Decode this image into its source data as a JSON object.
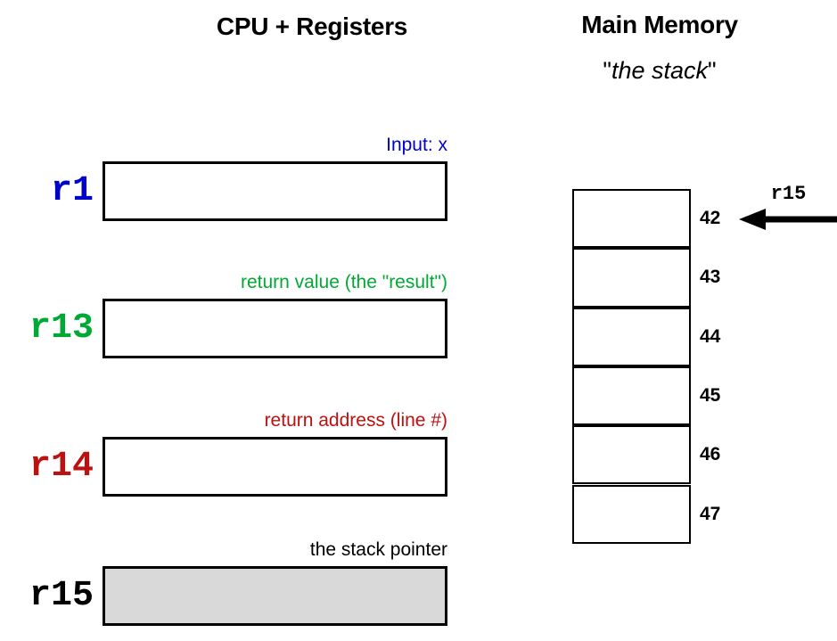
{
  "headings": {
    "cpu": "CPU + Registers",
    "memory": "Main Memory",
    "memory_sub_open": "\"",
    "memory_sub_italic": "the stack",
    "memory_sub_close": "\""
  },
  "colors": {
    "r1": "#0000CC",
    "r13": "#00A933",
    "r14": "#BB1111",
    "r15": "#000000",
    "box_border": "#000000",
    "box_fill_empty": "#ffffff",
    "box_fill_shaded": "#d9d9d9"
  },
  "registers": [
    {
      "name": "r1",
      "caption": "Input: x",
      "filled": false
    },
    {
      "name": "r13",
      "caption": "return value (the \"result\")",
      "filled": false
    },
    {
      "name": "r14",
      "caption": "return address (line #)",
      "filled": false
    },
    {
      "name": "r15",
      "caption": "the stack pointer",
      "filled": true
    }
  ],
  "memory": {
    "addresses": [
      "42",
      "43",
      "44",
      "45",
      "46",
      "47"
    ]
  },
  "pointer": {
    "label": "r15",
    "icon": "arrow-left-icon",
    "points_to_address": "42"
  }
}
